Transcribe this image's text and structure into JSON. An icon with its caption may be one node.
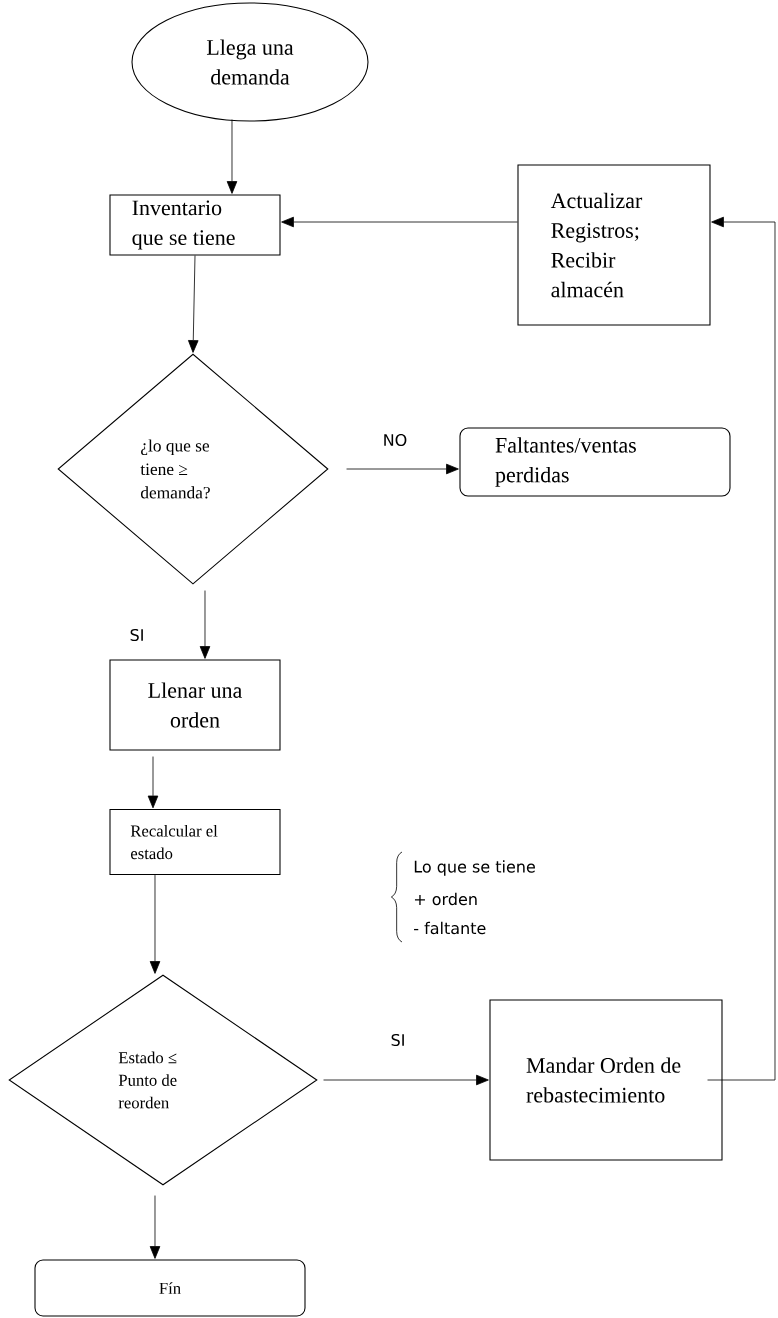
{
  "diagram": {
    "nodes": [
      {
        "text": [
          "Llega una demanda"
        ]
      },
      {
        "text": [
          "Inventario que se tiene"
        ]
      },
      {
        "text": [
          "Actualizar Registros; Recibir almacén"
        ]
      },
      {
        "text": [
          "¿lo que se tiene ≥ demanda?"
        ]
      },
      {
        "text": [
          "Faltantes/ventas perdidas"
        ]
      },
      {
        "text": [
          "Llenar una orden"
        ]
      },
      {
        "text": [
          "Recalcular el estado"
        ]
      },
      {
        "text": [
          "Estado ≤ Punto de reorden"
        ]
      },
      {
        "text": [
          "Mandar Orden de rebastecimiento"
        ]
      },
      {
        "text": [
          "Fín"
        ]
      }
    ],
    "edges": [
      {
        "from": 0,
        "to": 1,
        "arrow": "to"
      },
      {
        "from": 2,
        "to": 1,
        "arrow": "to"
      },
      {
        "from": 1,
        "to": 3,
        "arrow": "to"
      },
      {
        "from": 3,
        "to": 4,
        "arrow": "to",
        "label": "NO"
      },
      {
        "from": 3,
        "to": 5,
        "arrow": "to",
        "label": "SI"
      },
      {
        "from": 5,
        "to": 6,
        "arrow": "to"
      },
      {
        "from": 6,
        "to": 7,
        "arrow": "to"
      },
      {
        "from": 7,
        "to": 8,
        "arrow": "to",
        "label": "SI"
      },
      {
        "from": 7,
        "to": 9,
        "arrow": "to"
      },
      {
        "from": 8,
        "to": 2,
        "arrow": "to"
      }
    ],
    "labels": [
      "Lo que se tiene",
      "+  orden",
      "-  faltante"
    ]
  }
}
